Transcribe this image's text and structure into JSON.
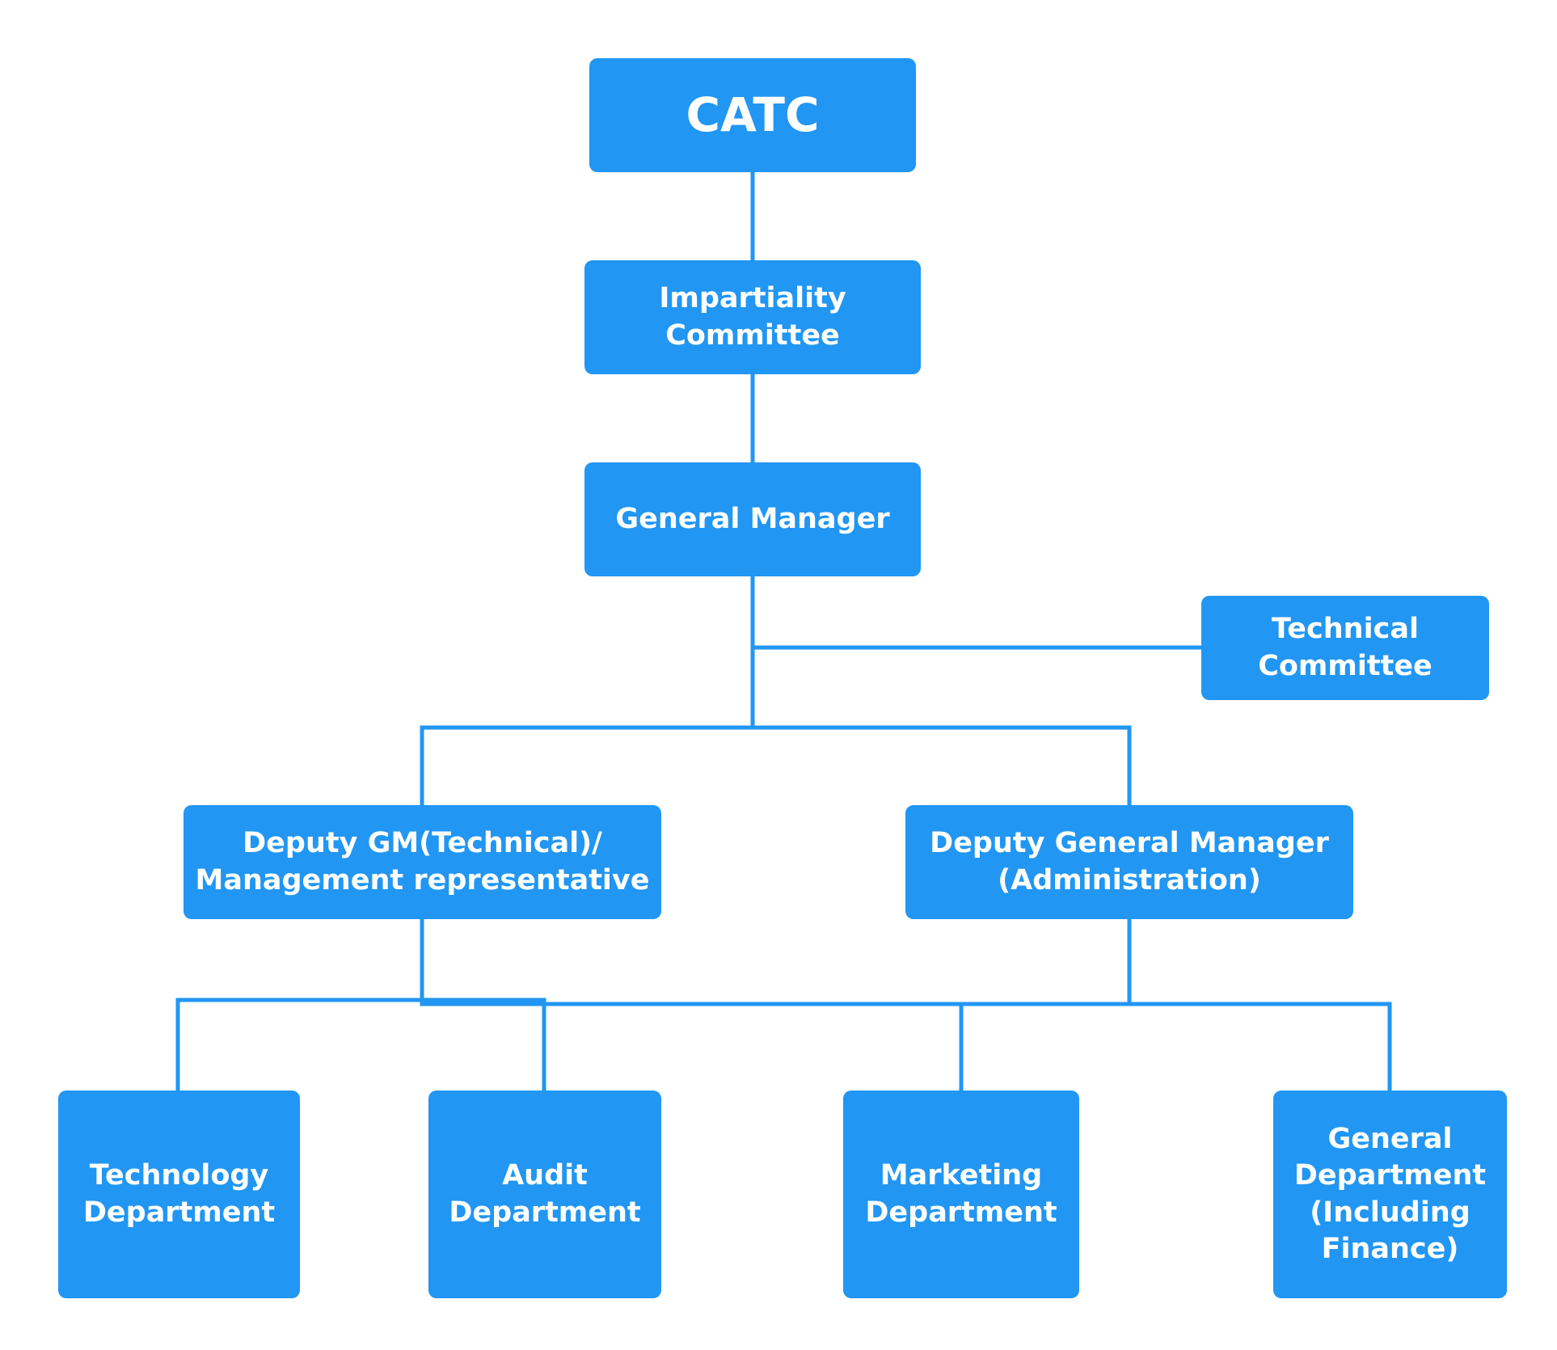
{
  "diagram": {
    "nodes": {
      "catc": "CATC",
      "impartiality_committee": "Impartiality Committee",
      "general_manager": "General Manager",
      "technical_committee": "Technical Committee",
      "deputy_gm_technical": "Deputy GM(Technical)/ Management representative",
      "deputy_gm_administration": "Deputy General Manager (Administration)",
      "technology_department": "Technology Department",
      "audit_department": "Audit Department",
      "marketing_department": "Marketing Department",
      "general_department": "General Department (Including Finance)"
    },
    "colors": {
      "node_fill": "#2196f3",
      "connector": "#2196f3",
      "text": "#ffffff"
    }
  }
}
